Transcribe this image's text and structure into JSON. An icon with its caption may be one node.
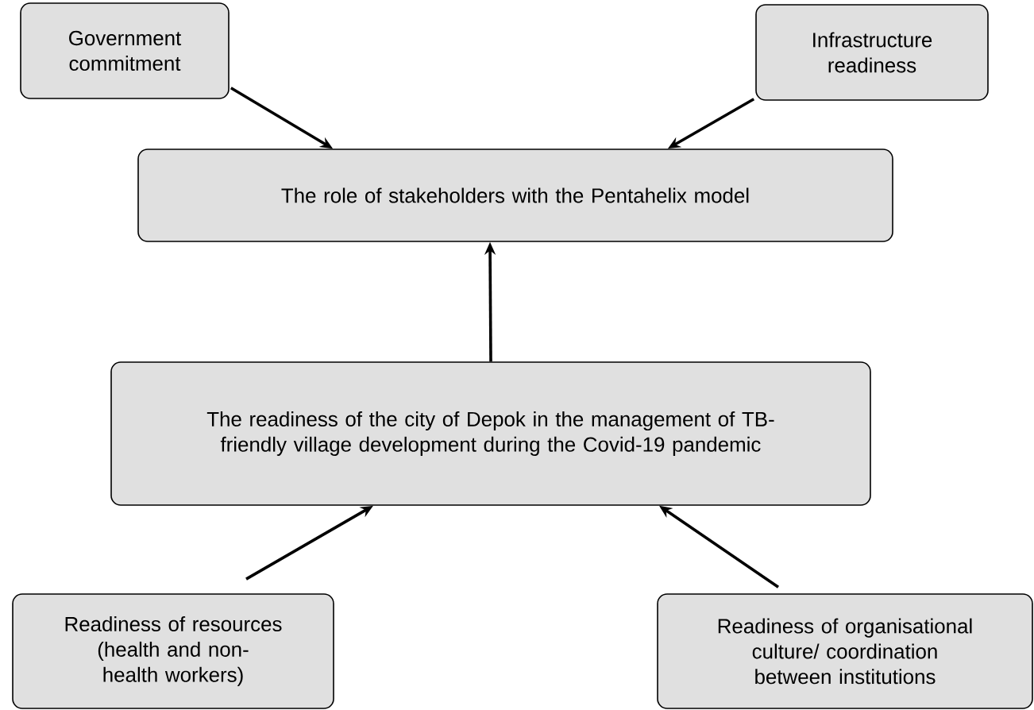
{
  "diagram": {
    "nodes": [
      {
        "text": [
          "Government commitment"
        ]
      },
      {
        "text": [
          "Infrastructure readiness"
        ]
      },
      {
        "text": [
          "The role of stakeholders with the Pentahelix model"
        ]
      },
      {
        "text": [
          "The readiness of the city of Depok in the management of TB-friendly village development during the Covid-19 pandemic"
        ]
      },
      {
        "text": [
          "Readiness of resources (health and non-health workers)"
        ]
      },
      {
        "text": [
          "Readiness of organisational culture/ coordination between institutions"
        ]
      }
    ],
    "edges": [
      {
        "from": 0,
        "to": 2,
        "arrow": "to"
      },
      {
        "from": 1,
        "to": 2,
        "arrow": "to"
      },
      {
        "from": 3,
        "to": 2,
        "arrow": "to"
      },
      {
        "from": 4,
        "to": 3,
        "arrow": "to"
      },
      {
        "from": 5,
        "to": 3,
        "arrow": "to"
      }
    ]
  }
}
